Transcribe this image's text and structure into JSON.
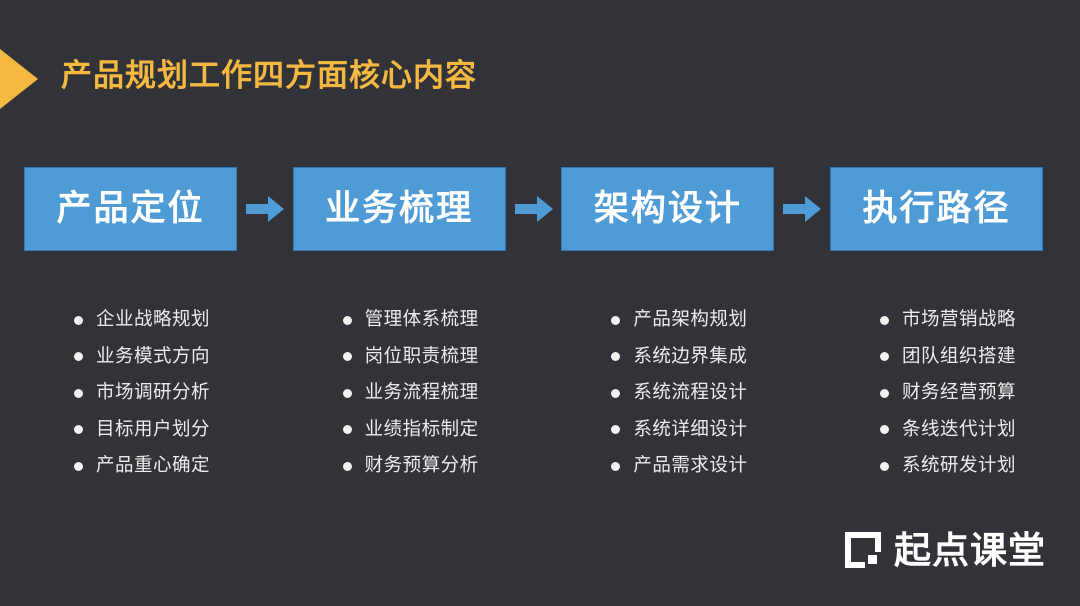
{
  "slide": {
    "background_color": "#313338",
    "title": "产品规划工作四方面核心内容",
    "title_color": "#F5B942",
    "marker_icon": "triangle-right-icon"
  },
  "stages": [
    {
      "label": "产品定位",
      "arrow_icon": "arrow-right-icon"
    },
    {
      "label": "业务梳理",
      "arrow_icon": "arrow-right-icon"
    },
    {
      "label": "架构设计",
      "arrow_icon": "arrow-right-icon"
    },
    {
      "label": "执行路径",
      "arrow_icon": ""
    }
  ],
  "stage_style": {
    "fill_color": "#4E9BD6",
    "border_color": "#2E7AB8",
    "text_color": "#FFFFFF",
    "arrow_color": "#4E9BD6"
  },
  "columns": [
    {
      "items": [
        "企业战略规划",
        "业务模式方向",
        "市场调研分析",
        "目标用户划分",
        "产品重心确定"
      ]
    },
    {
      "items": [
        "管理体系梳理",
        "岗位职责梳理",
        "业务流程梳理",
        "业绩指标制定",
        "财务预算分析"
      ]
    },
    {
      "items": [
        "产品架构规划",
        "系统边界集成",
        "系统流程设计",
        "系统详细设计",
        "产品需求设计"
      ]
    },
    {
      "items": [
        "市场营销战略",
        "团队组织搭建",
        "财务经营预算",
        "条线迭代计划",
        "系统研发计划"
      ]
    }
  ],
  "bullet_style": {
    "dot_color": "#F2F2F2",
    "text_color": "#ECECEC"
  },
  "logo": {
    "mark_icon": "bracket-square-logo-icon",
    "text": "起点课堂",
    "color": "#FFFFFF"
  }
}
